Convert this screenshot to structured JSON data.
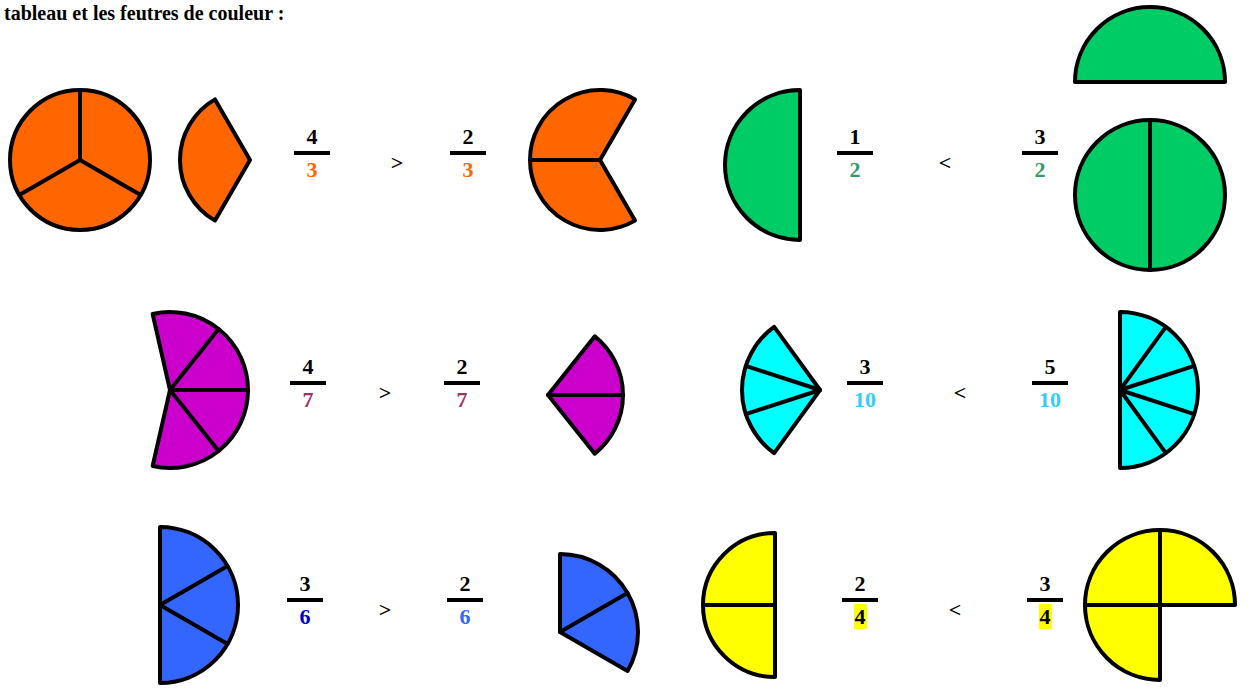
{
  "diagram": {
    "labels": [
      "tableau et les feutres de couleur :",
      "4",
      "3",
      ">",
      "2",
      "3",
      "1",
      "2",
      "<",
      "3",
      "2",
      "4",
      "7",
      ">",
      "2",
      "7",
      "3",
      "10",
      "<",
      "5",
      "10",
      "3",
      "6",
      ">",
      "2",
      "6",
      "2",
      "4",
      "<",
      "3",
      "4"
    ]
  }
}
